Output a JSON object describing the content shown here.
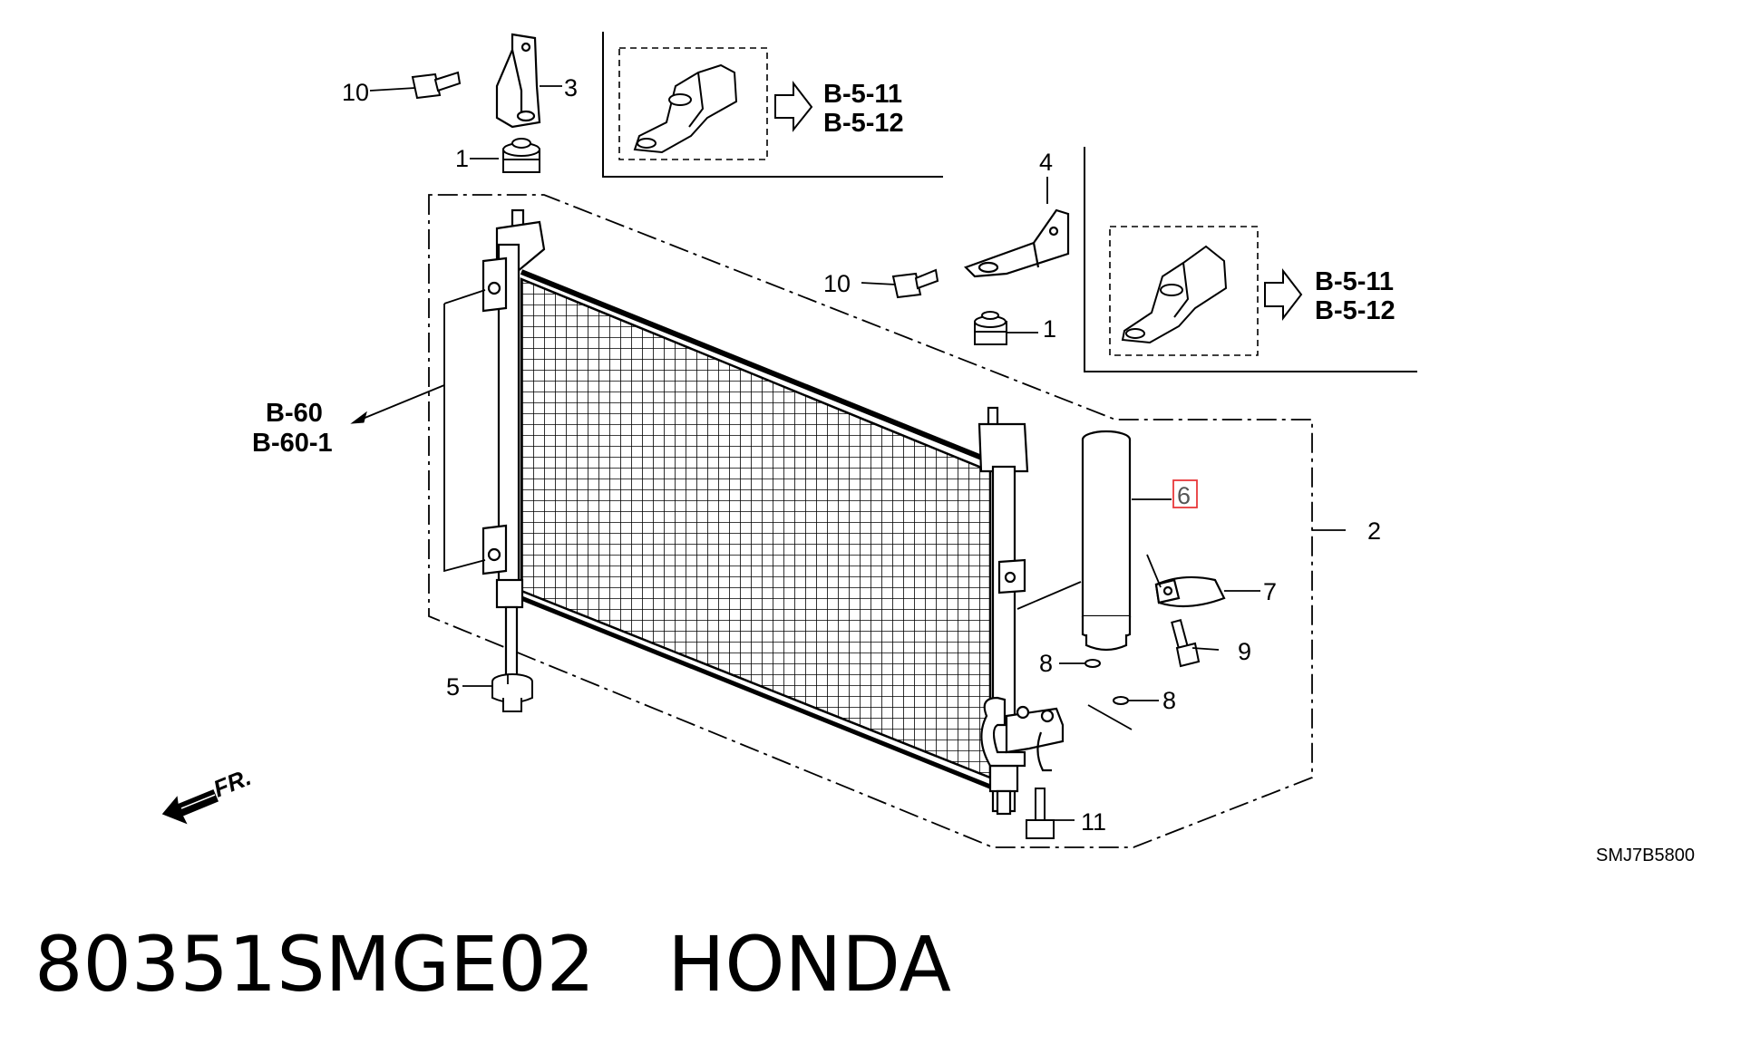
{
  "diagram": {
    "callouts": {
      "c10_top": "10",
      "c3": "3",
      "c1_top": "1",
      "c4": "4",
      "c10_mid": "10",
      "c1_mid": "1",
      "c6": "6",
      "c2": "2",
      "c7": "7",
      "c9": "9",
      "c8_a": "8",
      "c8_b": "8",
      "c5": "5",
      "c11": "11"
    },
    "references": {
      "top_box_line1": "B-5-11",
      "top_box_line2": "B-5-12",
      "right_box_line1": "B-5-11",
      "right_box_line2": "B-5-12",
      "left_line1": "B-60",
      "left_line2": "B-60-1"
    },
    "front_marker": "FR.",
    "drawing_code": "SMJ7B5800",
    "highlight_color": "#e8393b"
  },
  "caption": {
    "part_number": "80351SMGE02",
    "brand": "HONDA"
  }
}
